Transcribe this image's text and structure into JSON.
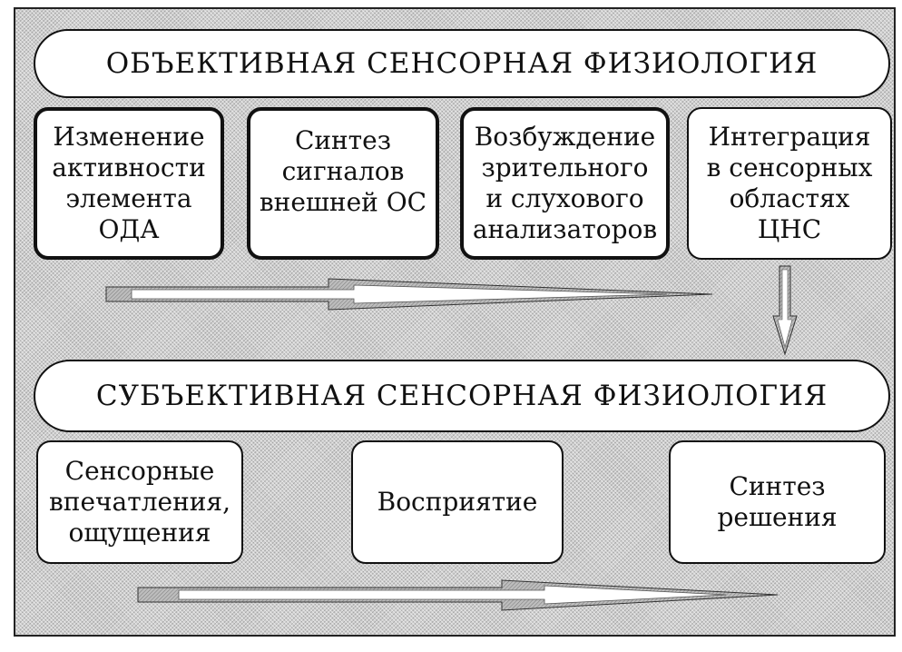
{
  "diagram": {
    "objective": {
      "title": "ОБЪЕКТИВНАЯ СЕНСОРНАЯ ФИЗИОЛОГИЯ",
      "boxes": [
        {
          "label": "Изменение\nактивности\nэлемента\nОДА",
          "emphasis": "bold-border"
        },
        {
          "label": "Синтез\nсигналов\nвнешней ОС",
          "emphasis": "bold-border"
        },
        {
          "label": "Возбуждение\nзрительного\nи слухового\nанализаторов",
          "emphasis": "bold-border"
        },
        {
          "label": "Интеграция\nв сенсорных\nобластях\nЦНС",
          "emphasis": "normal-border"
        }
      ]
    },
    "subjective": {
      "title": "СУБЪЕКТИВНАЯ СЕНСОРНАЯ ФИЗИОЛОГИЯ",
      "boxes": [
        {
          "label": "Сенсорные\nвпечатления,\nощущения"
        },
        {
          "label": "Восприятие"
        },
        {
          "label": "Синтез\nрешения"
        }
      ]
    },
    "arrows": [
      {
        "name": "objective-flow-arrow",
        "direction": "right"
      },
      {
        "name": "objective-to-subjective-arrow",
        "direction": "down"
      },
      {
        "name": "subjective-flow-arrow",
        "direction": "right"
      }
    ]
  }
}
